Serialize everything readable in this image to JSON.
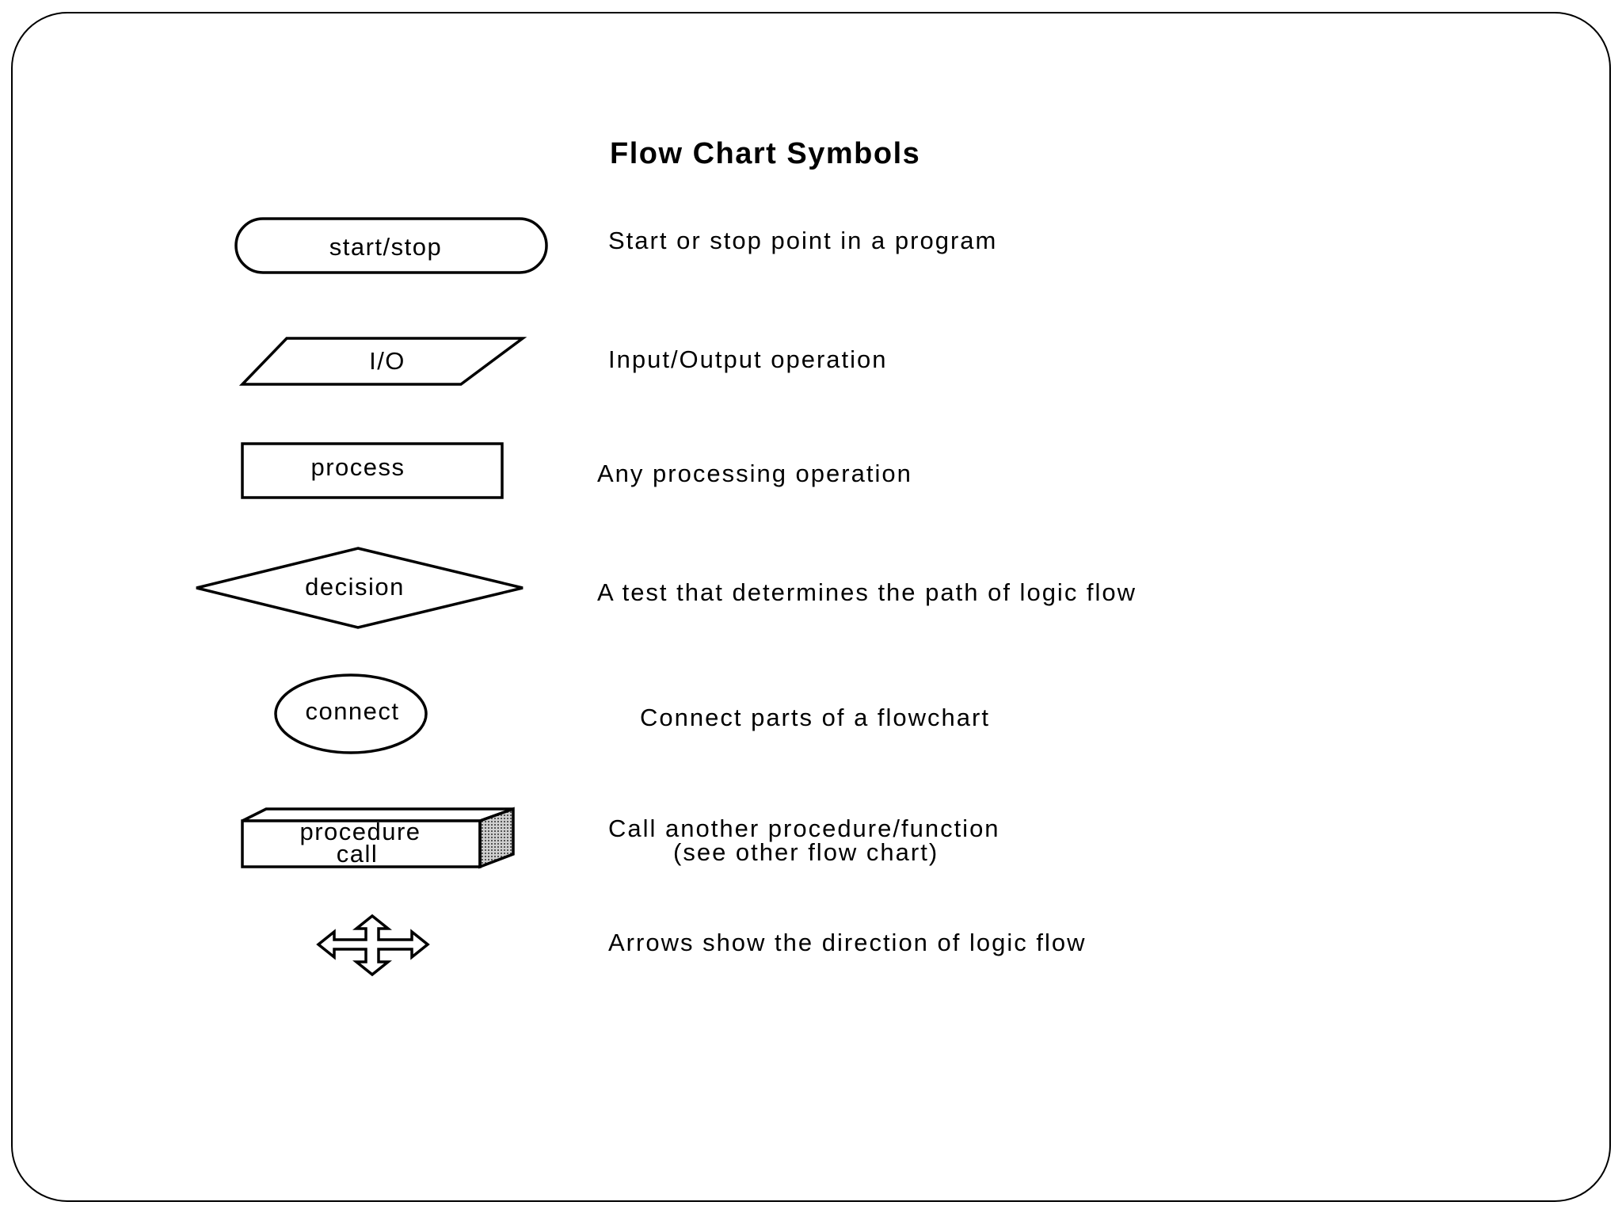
{
  "title": "Flow Chart Symbols",
  "symbols": [
    {
      "icon": "start-stop-terminal-icon",
      "label": "start/stop",
      "description": "Start or stop point in a program"
    },
    {
      "icon": "io-parallelogram-icon",
      "label": "I/O",
      "description": "Input/Output operation"
    },
    {
      "icon": "process-rectangle-icon",
      "label": "process",
      "description": "Any processing operation"
    },
    {
      "icon": "decision-diamond-icon",
      "label": "decision",
      "description": "A test that determines the path of logic flow"
    },
    {
      "icon": "connector-circle-icon",
      "label": "connect",
      "description": "Connect parts of a flowchart"
    },
    {
      "icon": "procedure-call-box-icon",
      "label": [
        "procedure",
        "call"
      ],
      "description": [
        "Call another procedure/function",
        "(see other flow chart)"
      ]
    },
    {
      "icon": "four-way-arrow-icon",
      "label": "",
      "description": "Arrows show the direction of logic flow"
    }
  ]
}
